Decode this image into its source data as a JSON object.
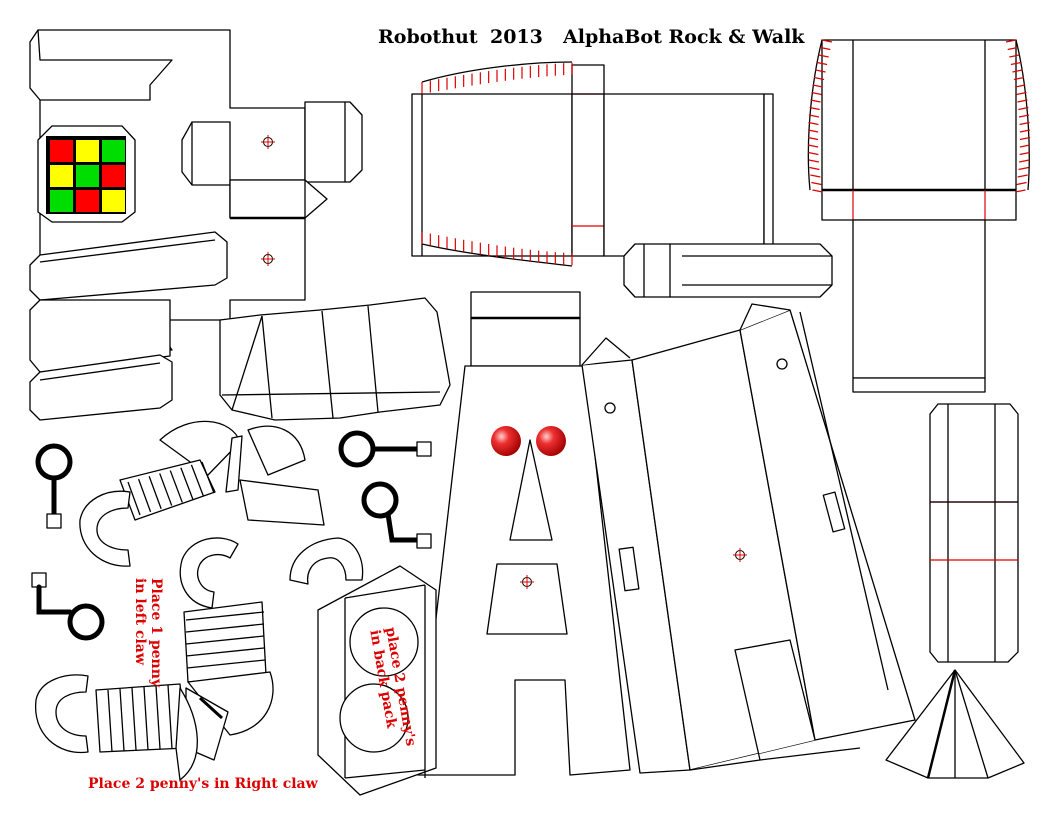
{
  "header": {
    "author": "Robothut",
    "year": "2013",
    "model_name": "AlphaBot Rock & Walk"
  },
  "notes": {
    "left_claw": [
      "Place 1 penny",
      "in left claw"
    ],
    "back_pack": [
      "place 2 penny's",
      "in back pack"
    ],
    "right_claw": "Place 2 penny's in Right claw"
  },
  "colors": {
    "outline": "#000000",
    "glue_tab_mark": "#dd0000",
    "note_text": "#dd0000",
    "eye": "#e02020",
    "panel_red": "#ff0000",
    "panel_yellow": "#ffff00",
    "panel_green": "#00dd00"
  },
  "control_panel_grid": [
    [
      "red",
      "yellow",
      "green"
    ],
    [
      "yellow",
      "green",
      "red"
    ],
    [
      "green",
      "red",
      "yellow"
    ]
  ],
  "icons": {
    "registration_mark": "crosshair-circle-icon"
  }
}
